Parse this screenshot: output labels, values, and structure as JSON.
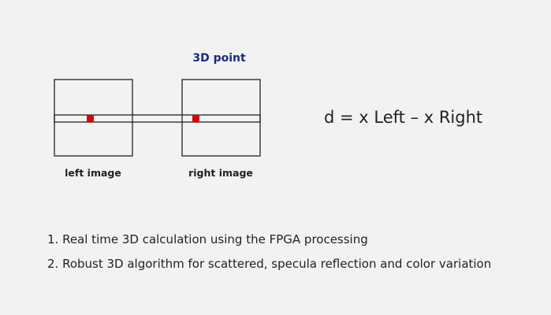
{
  "diagram": {
    "point_label": "3D point",
    "left_label": "left image",
    "right_label": "right image",
    "formula": "d = x Left – x Right",
    "colors": {
      "background": "#f2f2f2",
      "stroke": "#222222",
      "point": "#e00000",
      "title": "#1a2a8a"
    }
  },
  "features": [
    "1. Real time 3D calculation using the FPGA processing",
    "2. Robust 3D algorithm for scattered, specula reflection and color variation"
  ]
}
